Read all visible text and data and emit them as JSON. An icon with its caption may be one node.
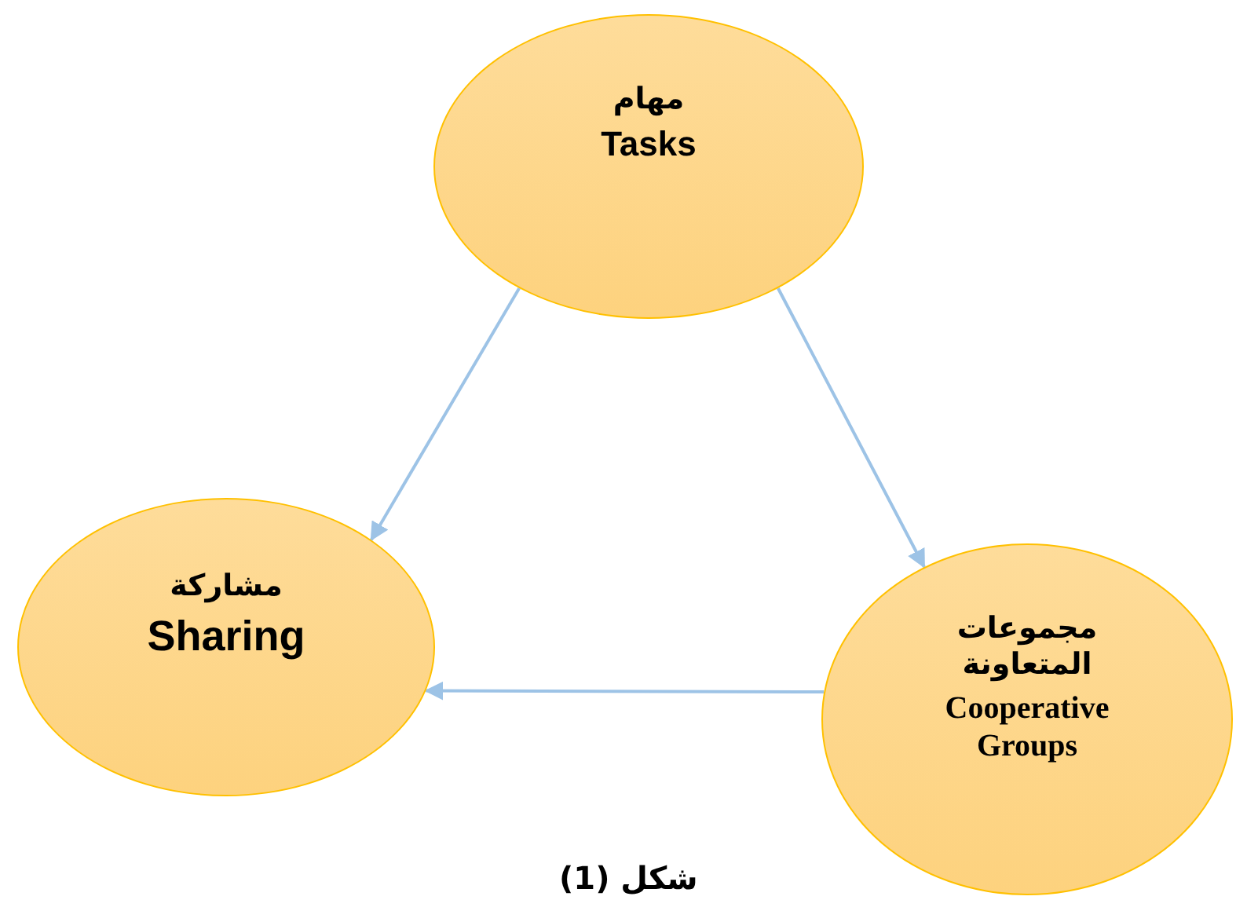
{
  "diagram": {
    "caption": "شكل (1)",
    "nodes": [
      {
        "text": [
          "مهام",
          "Tasks"
        ]
      },
      {
        "text": [
          "مشاركة",
          "Sharing"
        ]
      },
      {
        "text": [
          "مجموعات المتعاونة",
          "Cooperative Groups"
        ]
      }
    ],
    "edges": [
      {
        "from": 0,
        "to": 1,
        "arrow": "to"
      },
      {
        "from": 0,
        "to": 2,
        "arrow": "to"
      },
      {
        "from": 2,
        "to": 1,
        "arrow": "to"
      }
    ]
  }
}
